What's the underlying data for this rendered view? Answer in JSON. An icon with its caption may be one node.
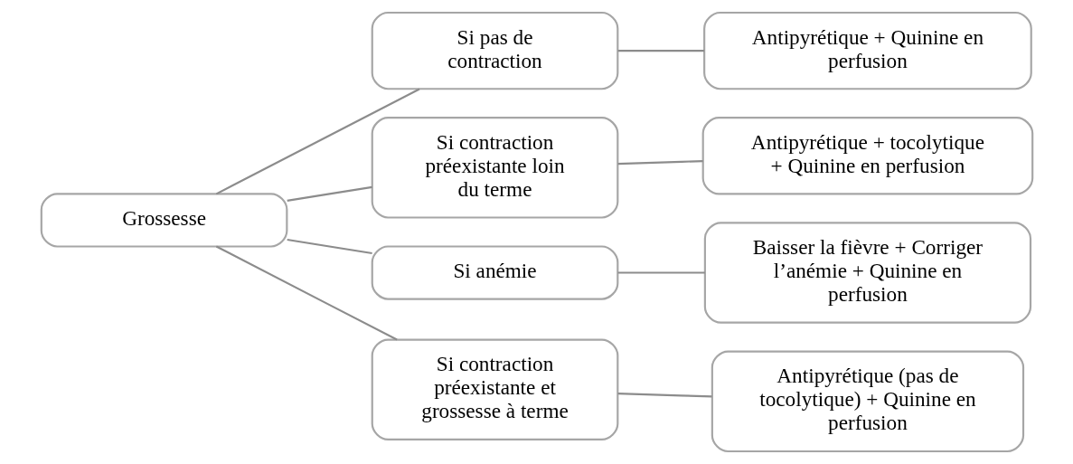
{
  "diagram": {
    "nodes": [
      {
        "text": [
          "Grossesse"
        ]
      },
      {
        "text": [
          "Si pas de contraction"
        ]
      },
      {
        "text": [
          "Antipyrétique + Quinine en perfusion"
        ]
      },
      {
        "text": [
          "Si contraction préexistante loin du terme"
        ]
      },
      {
        "text": [
          "Antipyrétique + tocolytique + Quinine en perfusion"
        ]
      },
      {
        "text": [
          "Si anémie"
        ]
      },
      {
        "text": [
          "Baisser la fièvre + Corriger l’anémie + Quinine en perfusion"
        ]
      },
      {
        "text": [
          "Si contraction préexistante et grossesse à terme"
        ]
      },
      {
        "text": [
          "Antipyrétique (pas de tocolytique) + Quinine en perfusion"
        ]
      }
    ],
    "edges": [
      {
        "from": 0,
        "to": 1,
        "arrow": "none"
      },
      {
        "from": 0,
        "to": 3,
        "arrow": "none"
      },
      {
        "from": 0,
        "to": 5,
        "arrow": "none"
      },
      {
        "from": 0,
        "to": 7,
        "arrow": "none"
      },
      {
        "from": 1,
        "to": 2,
        "arrow": "none"
      },
      {
        "from": 3,
        "to": 4,
        "arrow": "none"
      },
      {
        "from": 5,
        "to": 6,
        "arrow": "none"
      },
      {
        "from": 7,
        "to": 8,
        "arrow": "none"
      }
    ]
  }
}
